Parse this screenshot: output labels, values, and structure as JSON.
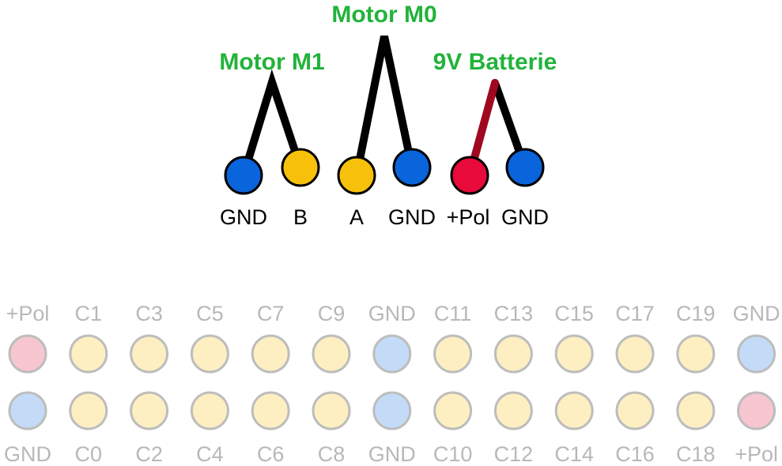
{
  "titles": {
    "motor_m1": "Motor M1",
    "motor_m0": "Motor M0",
    "battery": "9V Batterie"
  },
  "connector_pins": [
    {
      "label": "GND",
      "color": "#0a64dc"
    },
    {
      "label": "B",
      "color": "#f7c10b"
    },
    {
      "label": "A",
      "color": "#f7c10b"
    },
    {
      "label": "GND",
      "color": "#0a64dc"
    },
    {
      "label": "+Pol",
      "color": "#e80a3a"
    },
    {
      "label": "GND",
      "color": "#0a64dc"
    }
  ],
  "wires": {
    "motor_color": "#000000",
    "battery_plus_color": "#a0081f"
  },
  "header": {
    "top_labels": [
      "+Pol",
      "C1",
      "C3",
      "C5",
      "C7",
      "C9",
      "GND",
      "C11",
      "C13",
      "C15",
      "C17",
      "C19",
      "GND"
    ],
    "bottom_labels": [
      "GND",
      "C0",
      "C2",
      "C4",
      "C6",
      "C8",
      "GND",
      "C10",
      "C12",
      "C14",
      "C16",
      "C18",
      "+Pol"
    ],
    "top_types": [
      "pol",
      "sig",
      "sig",
      "sig",
      "sig",
      "sig",
      "gnd",
      "sig",
      "sig",
      "sig",
      "sig",
      "sig",
      "gnd"
    ],
    "bottom_types": [
      "gnd",
      "sig",
      "sig",
      "sig",
      "sig",
      "sig",
      "gnd",
      "sig",
      "sig",
      "sig",
      "sig",
      "sig",
      "pol"
    ],
    "colors": {
      "pol": "#f7c6d0",
      "sig": "#fdefc1",
      "gnd": "#c3dbf7",
      "border": "#bdbdbd"
    }
  }
}
